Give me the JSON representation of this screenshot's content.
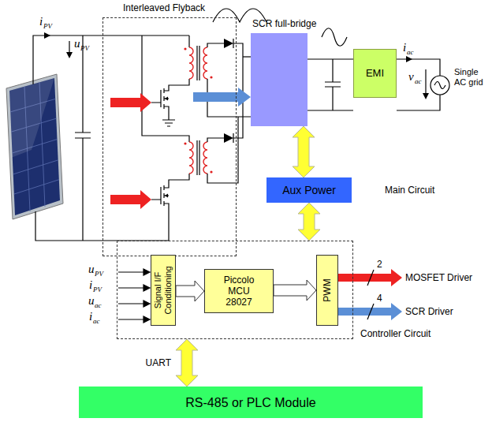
{
  "diagram": {
    "nodes": [
      {
        "text": [
          "Interleaved Flyback"
        ]
      },
      {
        "text": [
          "SCR full-bridge"
        ]
      },
      {
        "text": [
          "EMI"
        ]
      },
      {
        "text": [
          "Aux Power"
        ]
      },
      {
        "text": [
          "Controller Circuit"
        ]
      },
      {
        "text": [
          "Signal I/F Conditioning"
        ],
        "in": 4
      },
      {
        "text": [
          "Piccolo MCU 28027"
        ],
        "in": 4
      },
      {
        "text": [
          "PWM"
        ],
        "in": 4
      },
      {
        "text": [
          "RS-485 or PLC Module"
        ]
      }
    ],
    "edges": [
      {
        "from": 1,
        "to": 3,
        "arrow": "both"
      },
      {
        "from": 3,
        "to": 4,
        "arrow": "both"
      },
      {
        "from": 5,
        "to": 6,
        "arrow": "to"
      },
      {
        "from": 6,
        "to": 7,
        "arrow": "to"
      },
      {
        "from": 4,
        "to": 8,
        "arrow": "both",
        "label": "UART"
      }
    ],
    "labels": [
      "i",
      "PV",
      "u",
      "PV",
      "i",
      "ac",
      "v",
      "ac",
      "Single AC grid",
      "Main Circuit",
      "u",
      "PV",
      "i",
      "PV",
      "u",
      "ac",
      "i",
      "ac",
      "2",
      "MOSFET Driver",
      "4",
      "SCR Driver"
    ]
  }
}
